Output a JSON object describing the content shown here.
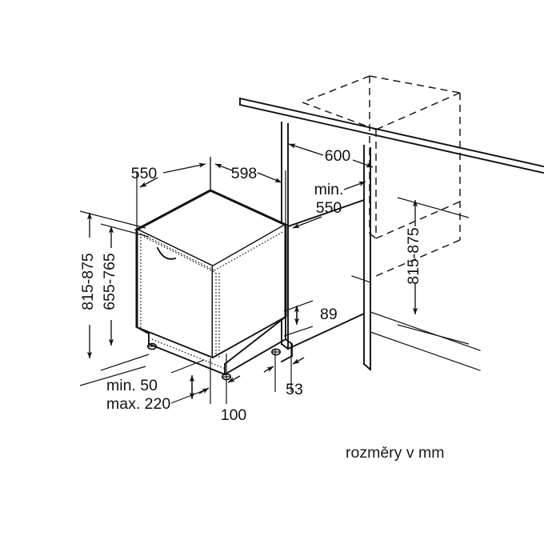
{
  "drawing": {
    "title": "Built-in dishwasher installation dimension drawing",
    "caption": "rozměry v mm",
    "units": "mm",
    "projection": "isometric",
    "line_color": "#121212",
    "background_color": "#ffffff"
  },
  "dimensions": {
    "appliance_depth": "550",
    "appliance_width": "598",
    "niche_height_outer": "815-875",
    "niche_height_inner": "655-765",
    "niche_width": "600",
    "niche_depth_min_label": "min.",
    "niche_depth_min_value": "550",
    "worktop_height": "815-875",
    "plinth_height": "89",
    "plinth_recess": "53",
    "foot_offset": "100",
    "plinth_depth_min": "min. 50",
    "plinth_depth_max": "max. 220"
  },
  "labels": {
    "depth_550": "550",
    "width_598": "598",
    "left_height_815_875": "815-875",
    "left_height_655_765": "655-765",
    "niche_width_600": "600",
    "niche_depth_min": "min.",
    "niche_depth_550": "550",
    "right_height_815_875": "815-875",
    "height_89": "89",
    "depth_53": "53",
    "offset_100": "100",
    "plinth_min_50": "min. 50",
    "plinth_max_220": "max. 220",
    "units_caption": "rozměry v mm"
  },
  "icons": {
    "handle": "door-handle-arc",
    "foot": "adjustable-foot"
  }
}
